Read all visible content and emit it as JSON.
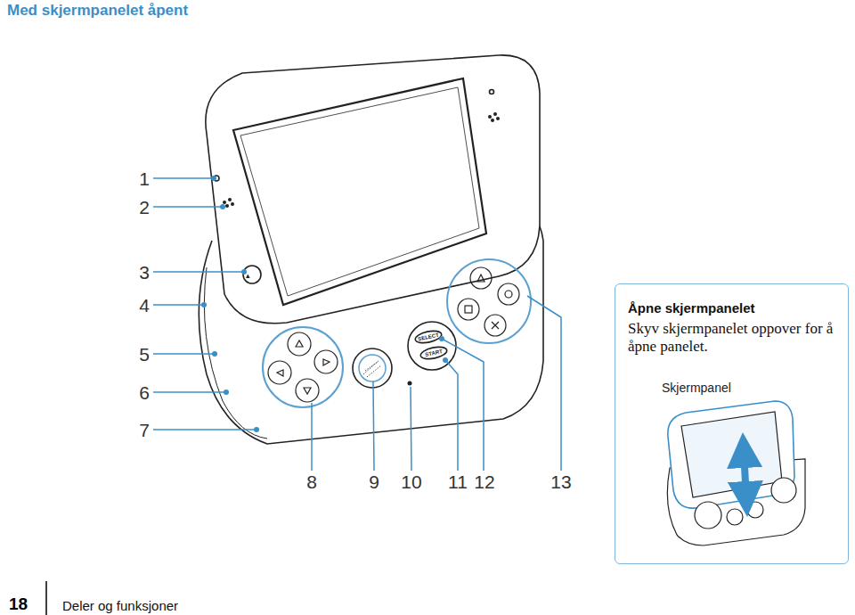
{
  "diagram": {
    "title": "Med skjermpanelet åpent",
    "nodes": [
      {
        "text": [
          "Åpne skjermpanelet",
          "Skyv skjermpanelet oppover for å åpne panelet.",
          "Skjermpanel"
        ]
      }
    ],
    "labels": [
      "1",
      "2",
      "3",
      "4",
      "5",
      "6",
      "7",
      "8",
      "9",
      "10",
      "11",
      "12",
      "13",
      "SELECT",
      "START",
      "18",
      "Deler og funksjoner"
    ]
  }
}
